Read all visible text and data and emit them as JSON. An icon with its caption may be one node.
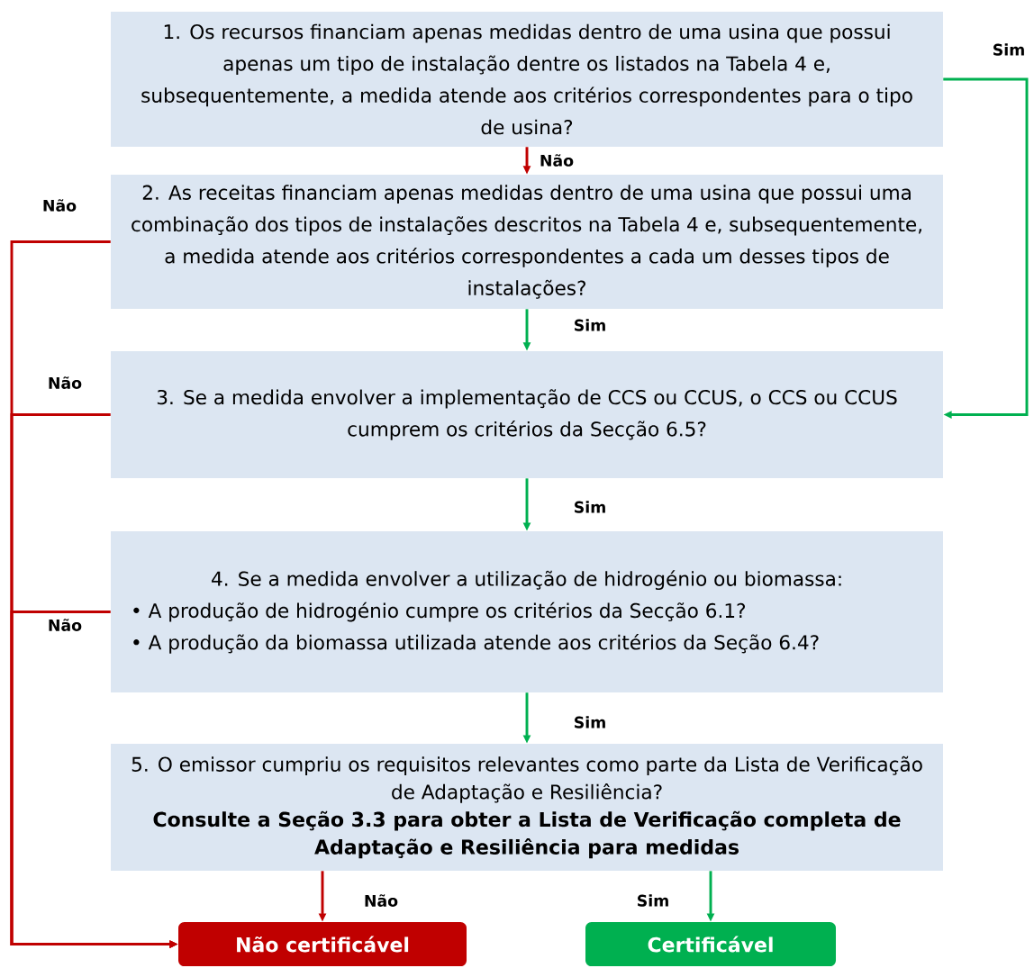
{
  "diagram": {
    "nodes": [
      {
        "text": [
          "1. Os recursos financiam apenas medidas dentro de uma usina que possui apenas um tipo de instalação dentre os listados na Tabela 4 e, subsequentemente, a medida atende aos critérios correspondentes para o tipo de usina?"
        ]
      },
      {
        "text": [
          "2. As receitas financiam apenas medidas dentro de uma usina que possui uma combinação dos tipos de instalações descritos na Tabela 4 e, subsequentemente, a medida atende aos critérios correspondentes a cada um desses tipos de instalações?"
        ]
      },
      {
        "text": [
          "3. Se a medida envolver a implementação de CCS ou CCUS, o CCS ou CCUS cumprem os critérios da Secção 6.5?"
        ]
      },
      {
        "text": [
          "4. Se a medida envolver a utilização de hidrogénio ou biomassa:",
          "• A produção de hidrogénio cumpre os critérios da Secção 6.1?",
          "• A produção da biomassa utilizada atende aos critérios da Seção 6.4?"
        ]
      },
      {
        "text": [
          "5. O emissor cumpriu os requisitos relevantes como parte da Lista de Verificação de Adaptação e Resiliência?",
          "Consulte a Seção 3.3 para obter a Lista de Verificação completa de Adaptação e Resiliência para medidas"
        ]
      },
      {
        "text": [
          "Não certificável"
        ]
      },
      {
        "text": [
          "Certificável"
        ]
      }
    ],
    "edges": [
      {
        "from": 0,
        "to": 1,
        "arrow": "to",
        "label": "Não",
        "color": "#c00000"
      },
      {
        "from": 1,
        "to": 2,
        "arrow": "to",
        "label": "Sim",
        "color": "#00b050"
      },
      {
        "from": 2,
        "to": 3,
        "arrow": "to",
        "label": "Sim",
        "color": "#00b050"
      },
      {
        "from": 3,
        "to": 4,
        "arrow": "to",
        "label": "Sim",
        "color": "#00b050"
      },
      {
        "from": 4,
        "to": 5,
        "arrow": "to",
        "label": "Não",
        "color": "#c00000"
      },
      {
        "from": 4,
        "to": 6,
        "arrow": "to",
        "label": "Sim",
        "color": "#00b050"
      },
      {
        "from": 0,
        "to": 2,
        "arrow": "to",
        "label": "Sim",
        "color": "#00b050"
      },
      {
        "from": 1,
        "to": 5,
        "arrow": "to",
        "label": "Não",
        "color": "#c00000"
      },
      {
        "from": 2,
        "to": 5,
        "arrow": "to",
        "label": "Não",
        "color": "#c00000"
      },
      {
        "from": 3,
        "to": 5,
        "arrow": "to",
        "label": "Não",
        "color": "#c00000"
      }
    ]
  }
}
